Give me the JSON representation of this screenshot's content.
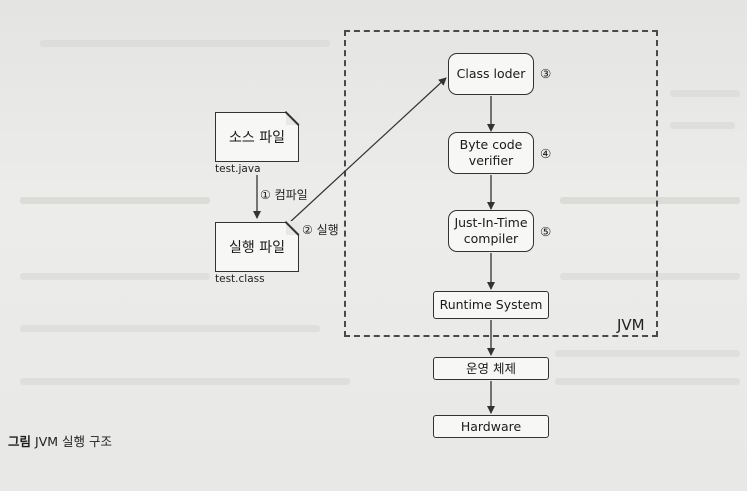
{
  "diagram": {
    "source_file": {
      "label": "소스 파일",
      "filename": "test.java"
    },
    "exec_file": {
      "label": "실행 파일",
      "filename": "test.class"
    },
    "compile_step": "① 컴파일",
    "run_step": "② 실행",
    "jvm": {
      "label": "JVM",
      "components": [
        {
          "label": "Class loder",
          "number": "③"
        },
        {
          "label": "Byte code verifier",
          "number": "④"
        },
        {
          "label": "Just-In-Time compiler",
          "number": "⑤"
        },
        {
          "label": "Runtime System",
          "number": ""
        }
      ]
    },
    "os": {
      "label": "운영 체제"
    },
    "hardware": {
      "label": "Hardware"
    }
  },
  "caption": {
    "prefix": "그림",
    "text": "JVM 실행 구조"
  }
}
